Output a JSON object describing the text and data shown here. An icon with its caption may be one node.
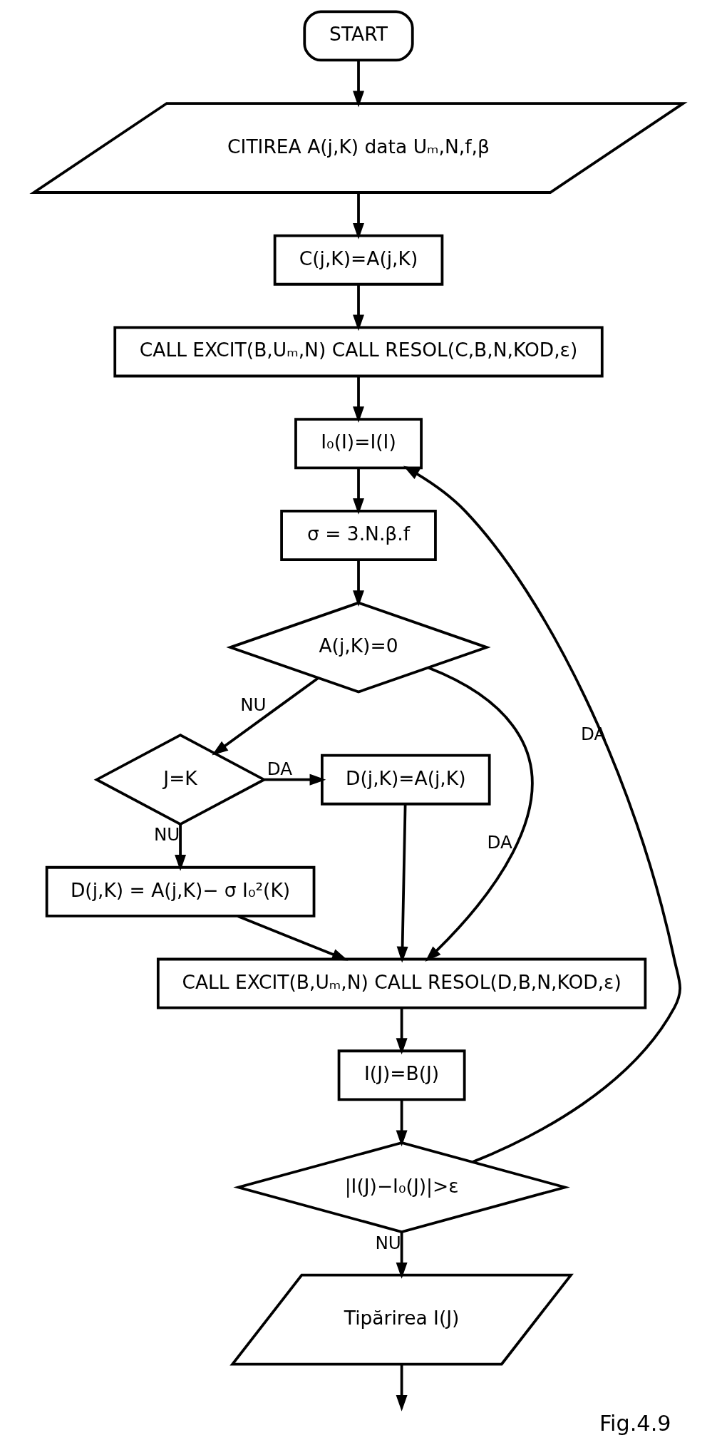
{
  "diagram": {
    "caption": "Fig.4.9",
    "nodes": [
      {
        "text": [
          "START"
        ]
      },
      {
        "text": [
          "CITIREA A(j,K) data Uₘ,N,f,β"
        ]
      },
      {
        "text": [
          "C(j,K)=A(j,K)"
        ]
      },
      {
        "text": [
          "CALL EXCIT(B,Uₘ,N) CALL RESOL(C,B,N,KOD,ε)"
        ]
      },
      {
        "text": [
          "I₀(I)=I(I)"
        ]
      },
      {
        "text": [
          "σ = 3.N.β.f"
        ]
      },
      {
        "text": [
          "A(j,K)=0"
        ]
      },
      {
        "text": [
          "J=K"
        ]
      },
      {
        "text": [
          "D(j,K)=A(j,K)"
        ]
      },
      {
        "text": [
          "D(j,K) = A(j,K)− σ I₀²(K)"
        ]
      },
      {
        "text": [
          "CALL EXCIT(B,Uₘ,N) CALL RESOL(D,B,N,KOD,ε)"
        ]
      },
      {
        "text": [
          "I(J)=B(J)"
        ]
      },
      {
        "text": [
          "|I(J)−I₀(J)|>ε"
        ]
      },
      {
        "text": [
          "Tipărirea I(J)"
        ]
      }
    ],
    "edges": [
      {
        "from": 0,
        "to": 1,
        "arrow": "to"
      },
      {
        "from": 1,
        "to": 2,
        "arrow": "to"
      },
      {
        "from": 2,
        "to": 3,
        "arrow": "to"
      },
      {
        "from": 3,
        "to": 4,
        "arrow": "to"
      },
      {
        "from": 4,
        "to": 5,
        "arrow": "to"
      },
      {
        "from": 5,
        "to": 6,
        "arrow": "to"
      },
      {
        "from": 6,
        "to": 10,
        "arrow": "to",
        "label": "DA"
      },
      {
        "from": 6,
        "to": 7,
        "arrow": "to",
        "label": "NU"
      },
      {
        "from": 7,
        "to": 8,
        "arrow": "to",
        "label": "DA"
      },
      {
        "from": 7,
        "to": 9,
        "arrow": "to",
        "label": "NU"
      },
      {
        "from": 8,
        "to": 10,
        "arrow": "to"
      },
      {
        "from": 9,
        "to": 10,
        "arrow": "to"
      },
      {
        "from": 10,
        "to": 11,
        "arrow": "to"
      },
      {
        "from": 11,
        "to": 12,
        "arrow": "to"
      },
      {
        "from": 12,
        "to": 4,
        "arrow": "to",
        "label": "DA"
      },
      {
        "from": 12,
        "to": 13,
        "arrow": "to",
        "label": "NU"
      },
      {
        "from": 13,
        "to": null,
        "arrow": "to"
      }
    ]
  }
}
